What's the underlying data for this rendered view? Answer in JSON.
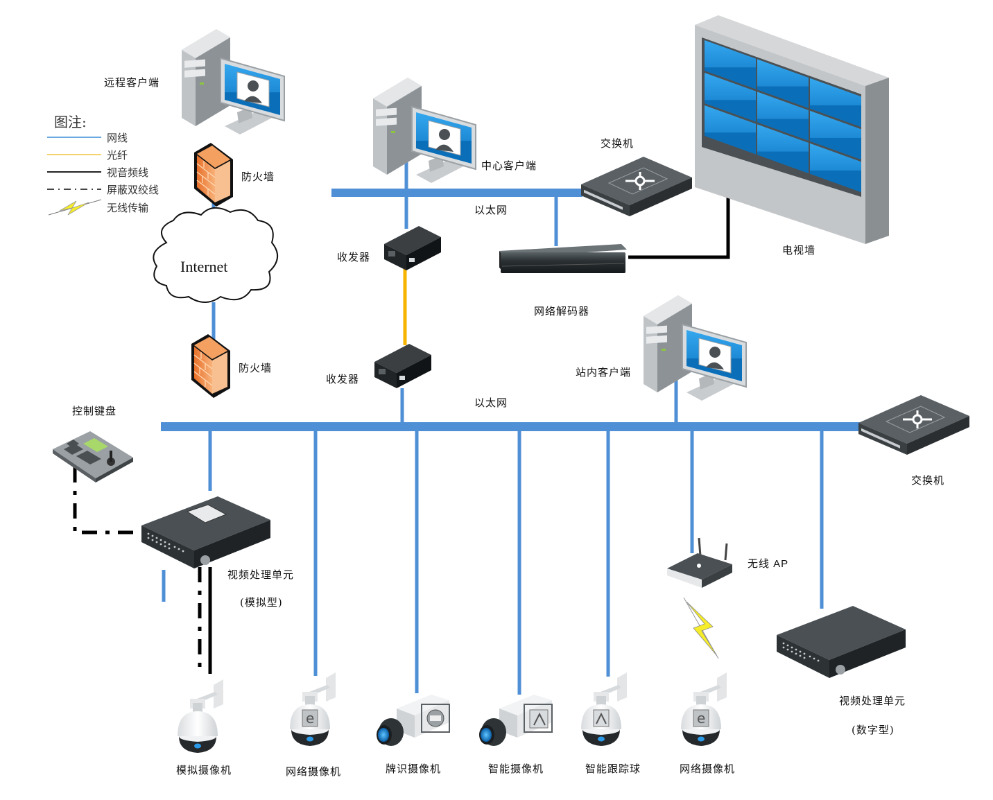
{
  "legend": {
    "title": "图注:",
    "items": [
      {
        "label": "网线",
        "type": "network-cable",
        "color": "#4f8fd6"
      },
      {
        "label": "光纤",
        "type": "fiber",
        "color": "#f5c518"
      },
      {
        "label": "视音频线",
        "type": "av-cable",
        "color": "#111111"
      },
      {
        "label": "屏蔽双绞线",
        "type": "shielded-twisted-pair",
        "color": "#111111"
      },
      {
        "label": "无线传输",
        "type": "wireless",
        "color": "#f5ec2a"
      }
    ]
  },
  "colors": {
    "ethernet": "#4f8fd6",
    "fiber": "#f7b500",
    "av": "#000000",
    "firewall": "#f08a3c",
    "device_dark": "#3e4347",
    "screen_blue": "#1f8fd9"
  },
  "nodes": {
    "remote_client": "远程客户端",
    "firewall_top": "防火墙",
    "internet": "Internet",
    "firewall_bottom": "防火墙",
    "center_client": "中心客户端",
    "switch_top": "交换机",
    "ethernet_top": "以太网",
    "tv_wall": "电视墙",
    "transceiver_top": "收发器",
    "transceiver_bottom": "收发器",
    "decoder": "网络解码器",
    "station_client": "站内客户端",
    "ethernet_bottom": "以太网",
    "switch_bottom": "交换机",
    "control_keyboard": "控制键盘",
    "dvr_analog_line1": "视频处理单元",
    "dvr_analog_line2": "(模拟型)",
    "wireless_ap": "无线 AP",
    "dvr_digital_line1": "视频处理单元",
    "dvr_digital_line2": "(数字型)"
  },
  "cameras": [
    {
      "label": "模拟摄像机",
      "kind": "dome",
      "badge": "none"
    },
    {
      "label": "网络摄像机",
      "kind": "dome",
      "badge": "ie"
    },
    {
      "label": "牌识摄像机",
      "kind": "box",
      "badge": "car"
    },
    {
      "label": "智能摄像机",
      "kind": "box",
      "badge": "runner"
    },
    {
      "label": "智能跟踪球",
      "kind": "dome",
      "badge": "runner"
    },
    {
      "label": "网络摄像机",
      "kind": "dome",
      "badge": "ie"
    }
  ]
}
